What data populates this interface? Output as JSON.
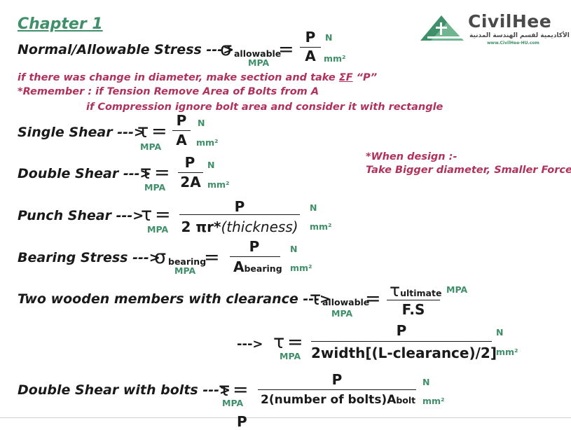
{
  "header": {
    "chapter": "Chapter 1",
    "logo_name": "CivilHee",
    "logo_arabic": "اللجنة الأكاديمية لقسم الهندسة المدنية",
    "logo_url": "www.CivilHee-HU.com"
  },
  "units": {
    "N": "N",
    "mm2": "mm²",
    "MPA": "MPA"
  },
  "normal": {
    "label": "Normal/Allowable Stress --->",
    "sigma": "σ",
    "sub": "allowable",
    "eq": "=",
    "num": "P",
    "den": "A"
  },
  "notes": {
    "line1_prefix": "if there was change in diameter, make section and take ",
    "line1_sum": "ΣF",
    "line1_suffix": " “P”",
    "line2": "*Remember : if Tension Remove Area of Bolts from A",
    "line3": "if Compression ignore bolt area and consider it with rectangle",
    "design1": "*When design :-",
    "design2": "Take Bigger diameter, Smaller Force"
  },
  "single": {
    "label": "Single Shear --->",
    "tau": "τ",
    "eq": "=",
    "num": "P",
    "den": "A"
  },
  "double": {
    "label": "Double Shear --->",
    "tau": "τ",
    "eq": "=",
    "num": "P",
    "den": "2A"
  },
  "punch": {
    "label": "Punch Shear --->",
    "tau": "τ",
    "eq": "=",
    "num": "P",
    "den_main": "2 πr*",
    "den_italic": "(thickness)"
  },
  "bearing": {
    "label": "Bearing Stress --->",
    "sigma": "σ",
    "sub": "bearing",
    "eq": "=",
    "num": "P",
    "den": "A",
    "den_sub": "bearing"
  },
  "wooden": {
    "label": "Two wooden members with clearance --->",
    "tau": "τ",
    "sub": "allowable",
    "eq": "=",
    "num": "τ",
    "num_sub": "ultimate",
    "den": "F.S"
  },
  "wooden2": {
    "arrow": "--->",
    "tau": "τ",
    "eq": "=",
    "num": "P",
    "den": "2width[(L-clearance)/2]"
  },
  "bolts": {
    "label": "Double Shear with bolts --->",
    "tau": "τ",
    "eq": "=",
    "num": "P",
    "den": "2(number of bolts)A",
    "den_sub": "bolt"
  },
  "cutoff": {
    "num": "P"
  }
}
